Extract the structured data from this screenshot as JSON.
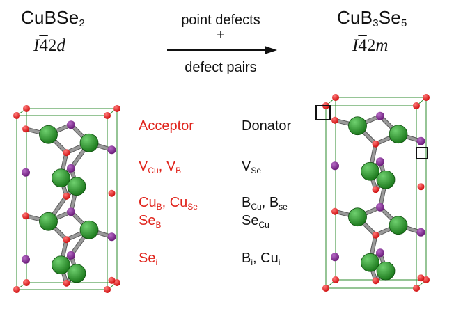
{
  "left_compound": {
    "formula_main": "CuBSe",
    "formula_sub": "2",
    "spacegroup_I": "I",
    "spacegroup_bar4": "4",
    "spacegroup_rest": "2",
    "spacegroup_d": "d"
  },
  "right_compound": {
    "f1": "CuB",
    "s1": "3",
    "f2": "Se",
    "s2": "5",
    "spacegroup_I": "I",
    "spacegroup_bar4": "4",
    "spacegroup_rest": "2",
    "spacegroup_m": "m"
  },
  "arrow": {
    "top_label": "point defects",
    "plus": "+",
    "bottom_label": "defect pairs"
  },
  "table": {
    "acceptor_header": "Acceptor",
    "donator_header": "Donator",
    "acceptor": {
      "row1": [
        {
          "b": "V",
          "s": "Cu"
        },
        {
          "t": ", "
        },
        {
          "b": "V",
          "s": "B"
        }
      ],
      "row2a": [
        {
          "b": "Cu",
          "s": "B"
        },
        {
          "t": ", "
        },
        {
          "b": "Cu",
          "s": "Se"
        }
      ],
      "row2b": [
        {
          "b": "Se",
          "s": "B"
        }
      ],
      "row3": [
        {
          "b": "Se",
          "s": "i"
        }
      ]
    },
    "donator": {
      "row1": [
        {
          "b": "V",
          "s": "Se"
        }
      ],
      "row2a": [
        {
          "b": "B",
          "s": "Cu"
        },
        {
          "t": ", "
        },
        {
          "b": "B",
          "s": "se"
        }
      ],
      "row2b": [
        {
          "b": "Se",
          "s": "Cu"
        }
      ],
      "row3": [
        {
          "b": "B",
          "s": "i"
        },
        {
          "t": ", "
        },
        {
          "b": "Cu",
          "s": "i"
        }
      ]
    }
  },
  "colors": {
    "acceptor_text": "#e0231b",
    "cell_edge": "#2e8b2e",
    "atom_large": "#1d7a1d",
    "atom_purple": "#6b1d7a",
    "atom_red": "#d01010",
    "bond": "#9a9a9a"
  }
}
